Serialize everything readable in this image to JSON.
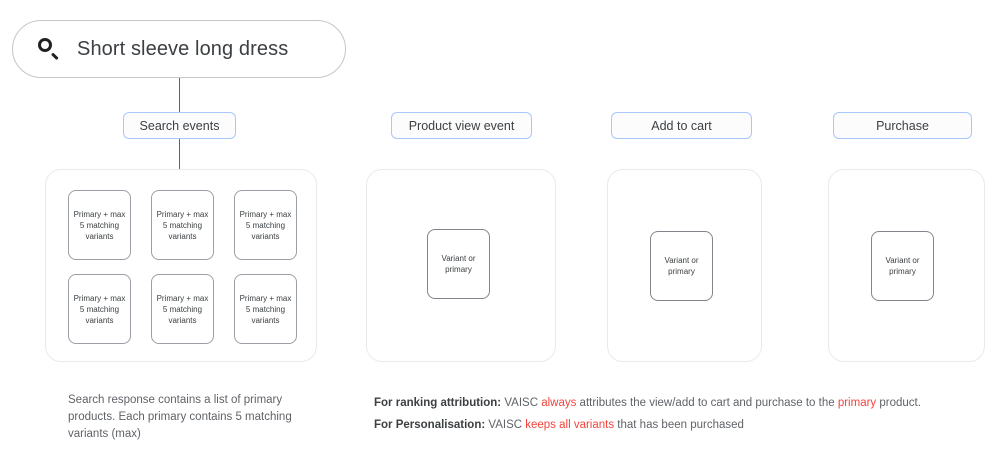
{
  "search": {
    "query": "Short sleeve long dress",
    "icon": "search-icon"
  },
  "events": [
    {
      "id": "search-events",
      "label": "Search events"
    },
    {
      "id": "product-view-event",
      "label": "Product view event"
    },
    {
      "id": "add-to-cart",
      "label": "Add to cart"
    },
    {
      "id": "purchase",
      "label": "Purchase"
    }
  ],
  "panels": {
    "search_results": {
      "cards": [
        "Primary + max 5 matching variants",
        "Primary + max 5 matching variants",
        "Primary + max 5 matching variants",
        "Primary + max 5 matching variants",
        "Primary + max 5 matching variants",
        "Primary + max 5 matching variants"
      ]
    },
    "product_view": {
      "card": "Variant or primary"
    },
    "add_to_cart": {
      "card": "Variant or primary"
    },
    "purchase": {
      "card": "Variant or primary"
    }
  },
  "captions": {
    "left": "Search response contains a list of primary products. Each primary contains 5 matching variants (max)"
  },
  "notes": [
    {
      "lead": "For ranking attribution:",
      "parts": [
        {
          "text": " VAISC ",
          "highlight": false
        },
        {
          "text": "always",
          "highlight": true
        },
        {
          "text": " attributes the view/add to cart and purchase to the ",
          "highlight": false
        },
        {
          "text": "primary",
          "highlight": true
        },
        {
          "text": " product.",
          "highlight": false
        }
      ]
    },
    {
      "lead": "For Personalisation:",
      "parts": [
        {
          "text": " VAISC ",
          "highlight": false
        },
        {
          "text": "keeps all variants",
          "highlight": true
        },
        {
          "text": " that has been purchased",
          "highlight": false
        }
      ]
    }
  ],
  "colors": {
    "highlight": "#f4433c",
    "badge_border": "#a8c7fa",
    "panel_border": "#e8eaed",
    "card_border": "#9aa0a6",
    "text": "#3c4043",
    "muted_text": "#5f6368"
  }
}
